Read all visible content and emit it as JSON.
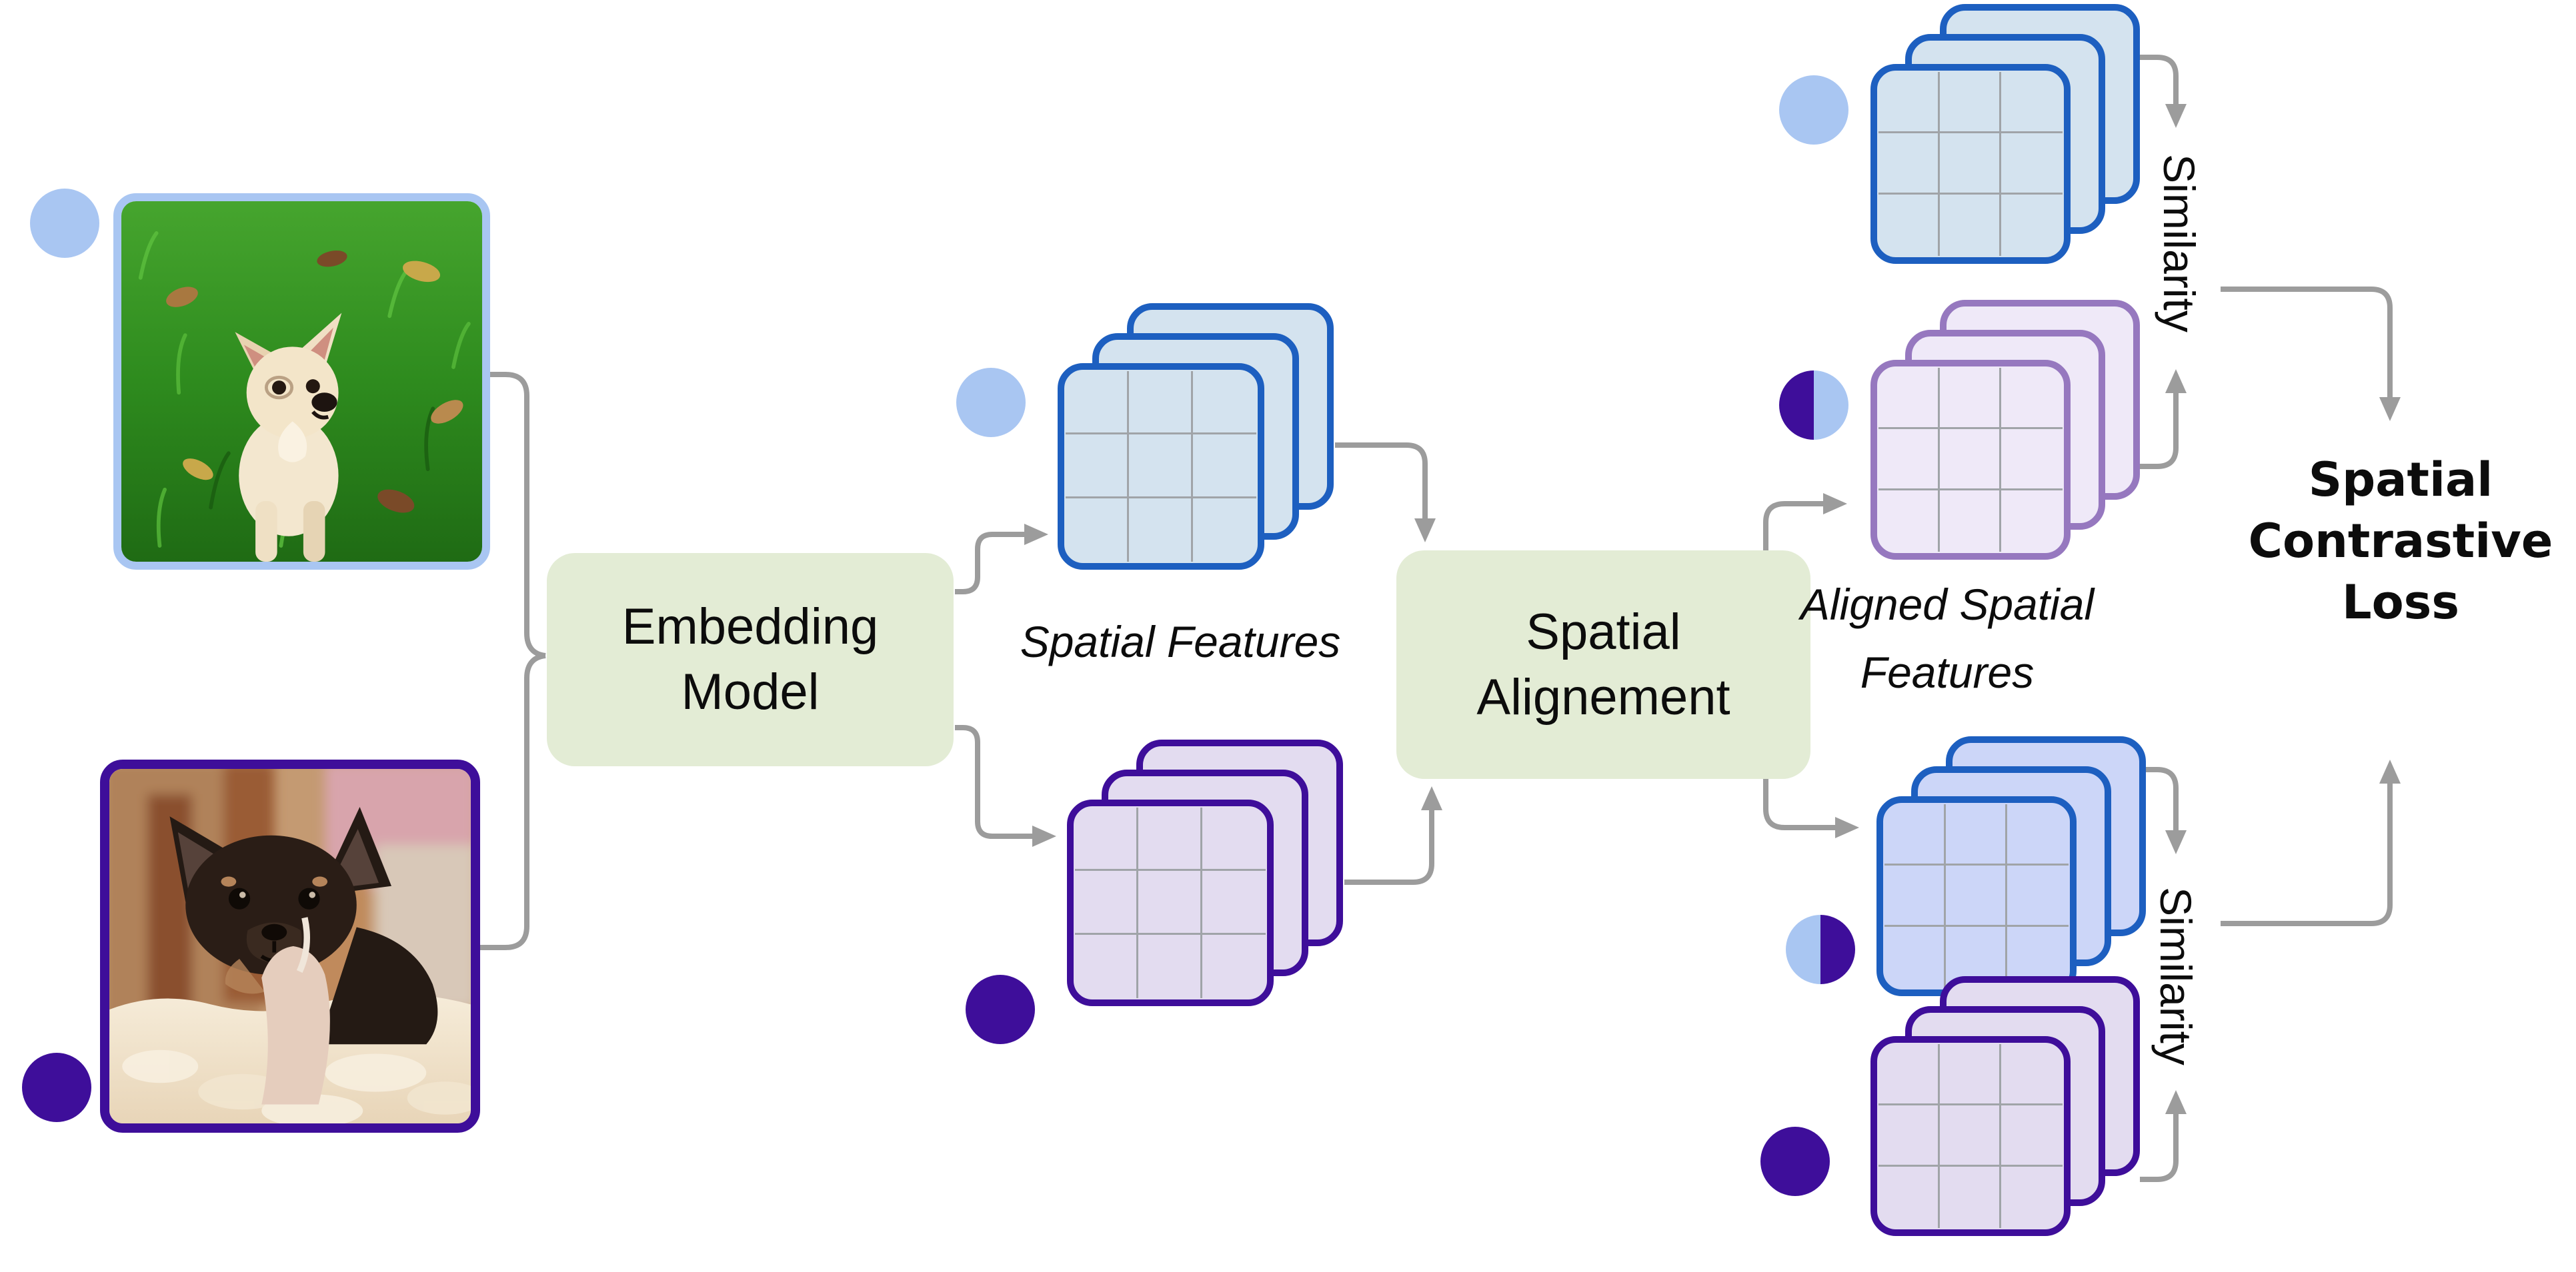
{
  "stages": {
    "inputs": {
      "image_a": {
        "description": "cream chihuahua standing in green grass",
        "marker": "light-blue circle"
      },
      "image_b": {
        "description": "black and tan chihuahua lying on a cream rug",
        "marker": "dark-purple circle"
      }
    },
    "embedding_box": {
      "line1": "Embedding",
      "line2": "Model"
    },
    "spatial_features_label": "Spatial Features",
    "alignment_box": {
      "line1": "Spatial",
      "line2": "Alignement"
    },
    "aligned_features_label": {
      "line1": "Aligned Spatial",
      "line2": "Features"
    },
    "similarity_top_label": "Similarity",
    "similarity_bottom_label": "Similarity",
    "loss_label": {
      "line1": "Spatial",
      "line2": "Contrastive",
      "line3": "Loss"
    }
  },
  "feature_grid": {
    "rows": 3,
    "cols": 3,
    "layers_per_stack": 3
  },
  "colors": {
    "bg_white": "#ffffff",
    "marker_blue": "#a9c6f2",
    "marker_purple": "#3e0e9a",
    "stack_blue_border": "#1d5fc0",
    "stack_blue_fill": "#d4e3ef",
    "stack_periwinkle_fill": "#ccd6f8",
    "stack_purple_border": "#3e0e9a",
    "stack_lavender_fill": "#e3dcf0",
    "stack_lilac_border": "#9678bf",
    "stack_lilac_fill": "#efe9f8",
    "box_green": "#e3ecd5",
    "arrow_gray": "#9c9c9c",
    "grid_line": "#a0a4a8",
    "text_black": "#0c0c0c"
  }
}
